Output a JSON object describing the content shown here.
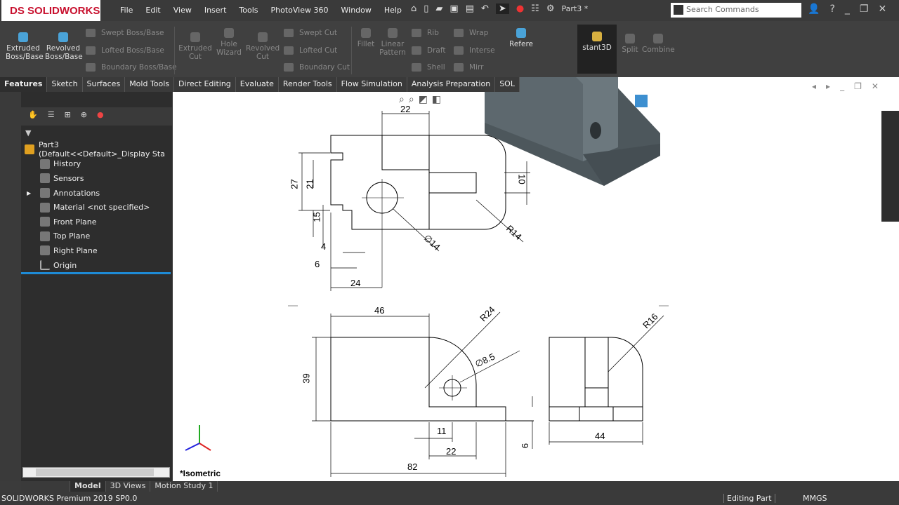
{
  "app": {
    "brand": "SOLIDWORKS",
    "document": "Part3 *"
  },
  "menu": [
    "File",
    "Edit",
    "View",
    "Insert",
    "Tools",
    "PhotoView 360",
    "Window",
    "Help"
  ],
  "search": {
    "placeholder": "Search Commands"
  },
  "ribbon": {
    "extruded_boss": "Extruded Boss/Base",
    "revolved_boss": "Revolved Boss/Base",
    "swept_boss": "Swept Boss/Base",
    "lofted_boss": "Lofted Boss/Base",
    "boundary_boss": "Boundary Boss/Base",
    "extruded_cut": "Extruded Cut",
    "hole_wizard": "Hole Wizard",
    "revolved_cut": "Revolved Cut",
    "swept_cut": "Swept Cut",
    "lofted_cut": "Lofted Cut",
    "boundary_cut": "Boundary Cut",
    "fillet": "Fillet",
    "linear_pattern": "Linear Pattern",
    "rib": "Rib",
    "draft": "Draft",
    "shell": "Shell",
    "wrap": "Wrap",
    "intersect": "Interse",
    "mirror": "Mirr",
    "reference": "Refere",
    "instant3d": "stant3D",
    "split": "Split",
    "combine": "Combine"
  },
  "tabs": [
    "Features",
    "Sketch",
    "Surfaces",
    "Mold Tools",
    "Direct Editing",
    "Evaluate",
    "Render Tools",
    "Flow Simulation",
    "Analysis Preparation",
    "SOL"
  ],
  "tree": {
    "root": "Part3  (Default<<Default>_Display Sta",
    "items": [
      "History",
      "Sensors",
      "Annotations",
      "Material <not specified>",
      "Front Plane",
      "Top Plane",
      "Right Plane",
      "Origin"
    ]
  },
  "bottom_tabs": [
    "Model",
    "3D Views",
    "Motion Study 1"
  ],
  "view_label": "*Isometric",
  "status": {
    "product": "SOLIDWORKS Premium 2019 SP0.0",
    "mode": "Editing Part",
    "units": "MMGS"
  },
  "dims": {
    "d22a": "22",
    "d27": "27",
    "d21": "21",
    "d10": "10",
    "d15": "15",
    "d4": "4",
    "d6a": "6",
    "d24": "24",
    "d14": "∅14",
    "r14": "R14",
    "d46": "46",
    "r24": "R24",
    "d85": "∅8.5",
    "d39": "39",
    "d11": "11",
    "d22b": "22",
    "d82": "82",
    "d6b": "6",
    "r16": "R16",
    "d44": "44"
  },
  "colors": {
    "accent": "#1e8bd6",
    "model": "#5f6a70"
  }
}
